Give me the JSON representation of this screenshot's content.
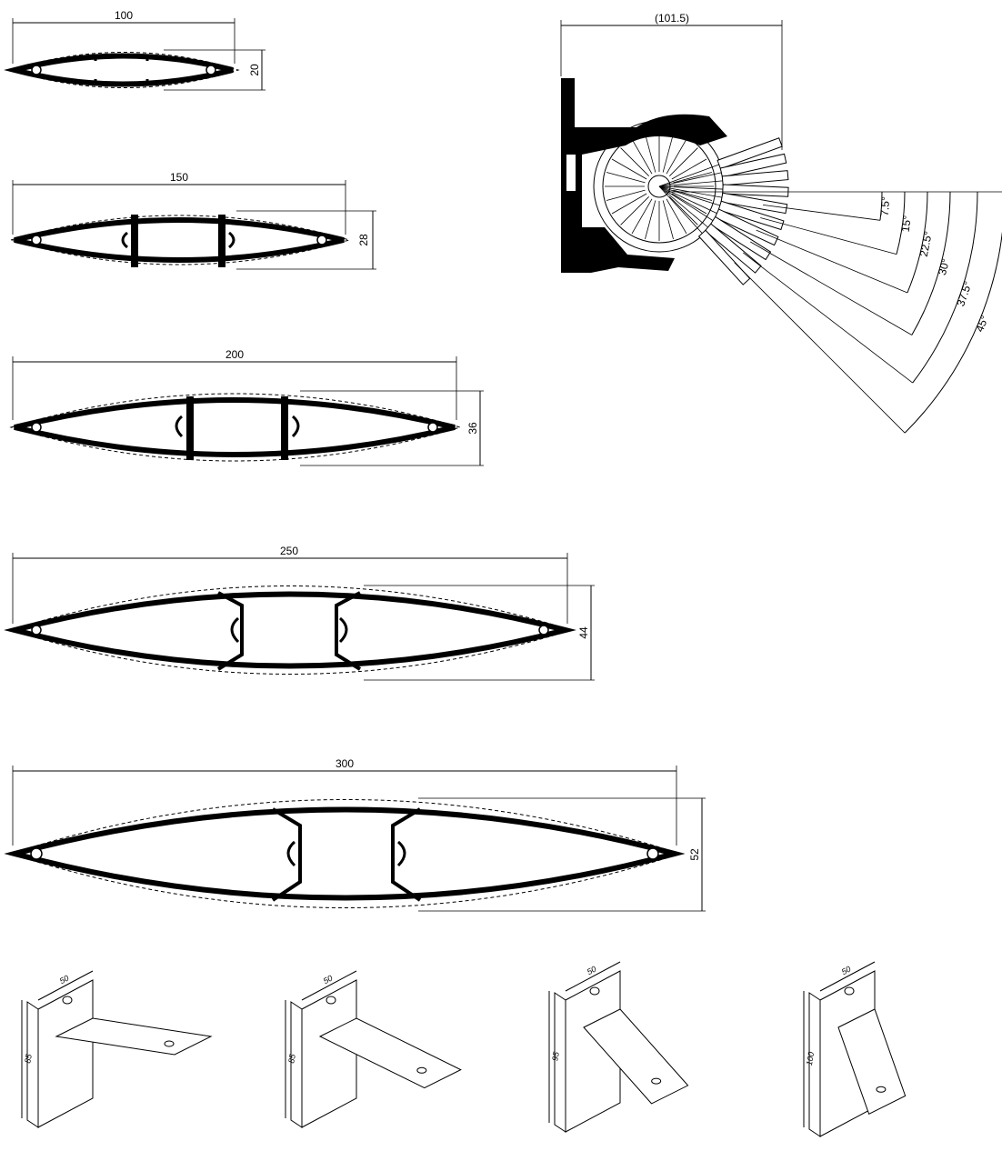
{
  "profiles": [
    {
      "width_label": "100",
      "height_label": "20"
    },
    {
      "width_label": "150",
      "height_label": "28"
    },
    {
      "width_label": "200",
      "height_label": "36"
    },
    {
      "width_label": "250",
      "height_label": "44"
    },
    {
      "width_label": "300",
      "height_label": "52"
    }
  ],
  "rotation_detail": {
    "width_label": "(101.5)",
    "angles": [
      "7.5°",
      "15°",
      "22.5°",
      "30°",
      "37.5°",
      "45°"
    ]
  },
  "brackets": [
    {
      "width_label": "50",
      "height_label": "85"
    },
    {
      "width_label": "50",
      "height_label": "85"
    },
    {
      "width_label": "50",
      "height_label": "95"
    },
    {
      "width_label": "50",
      "height_label": "100"
    }
  ]
}
